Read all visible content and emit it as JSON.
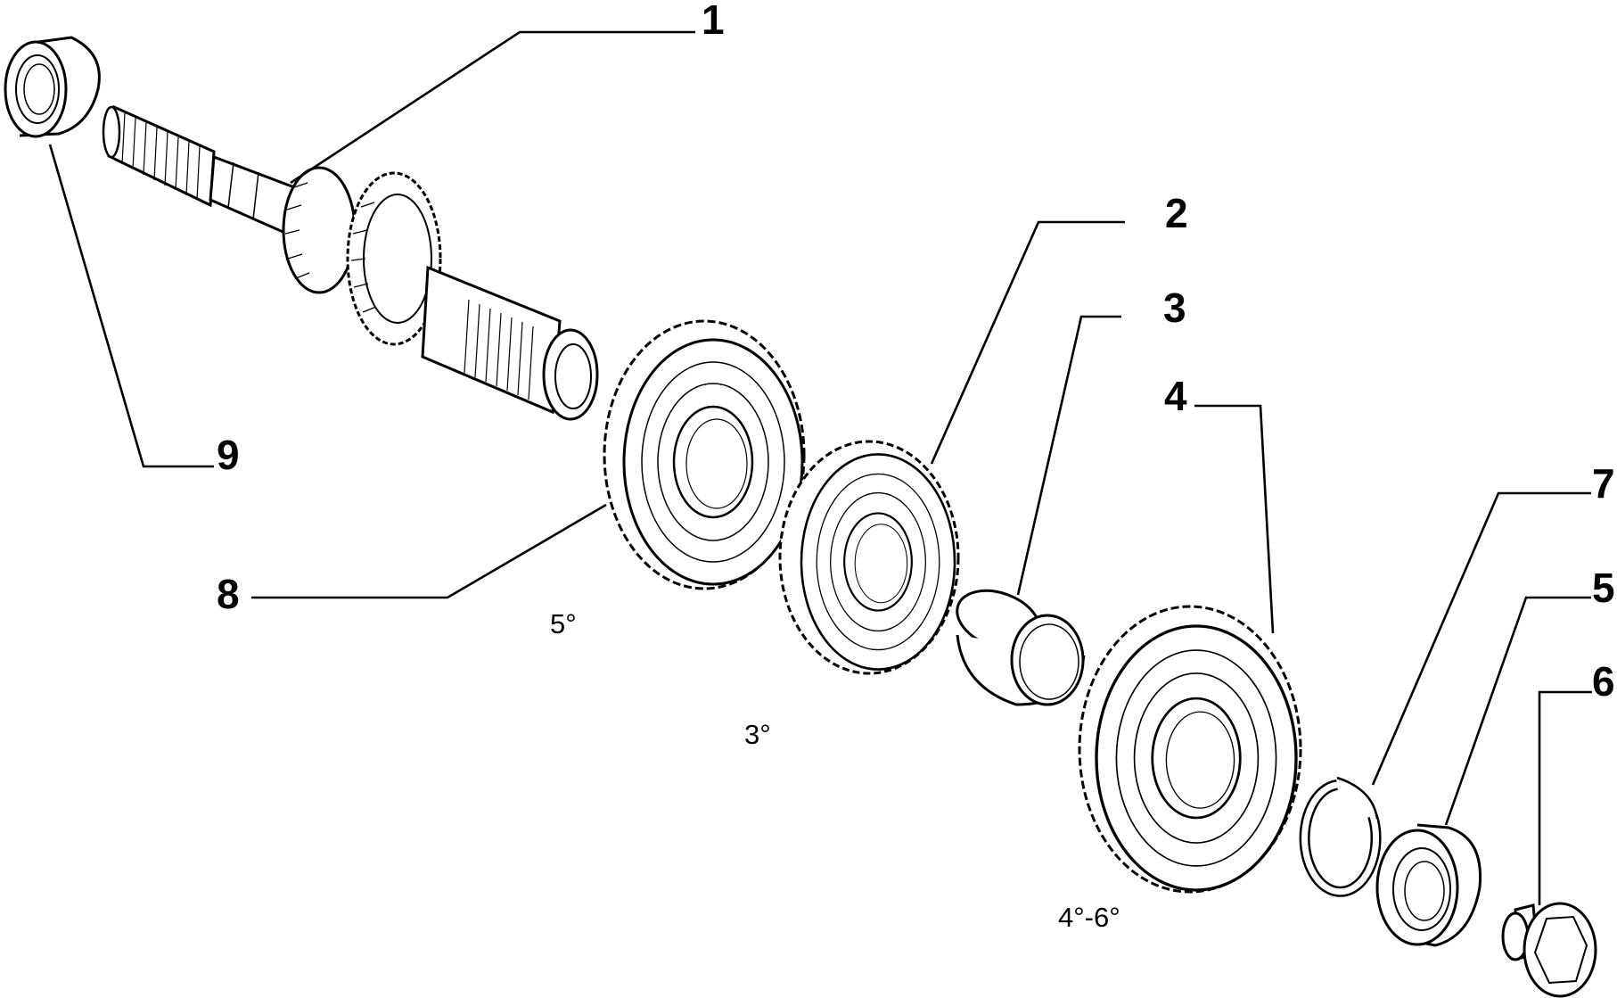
{
  "callouts": {
    "c1": "1",
    "c2": "2",
    "c3": "3",
    "c4": "4",
    "c5": "5",
    "c6": "6",
    "c7": "7",
    "c8": "8",
    "c9": "9"
  },
  "gear_labels": {
    "fifth": "5°",
    "third": "3°",
    "fourth_sixth": "4°-6°"
  },
  "colors": {
    "line": "#000000",
    "background": "#ffffff"
  }
}
